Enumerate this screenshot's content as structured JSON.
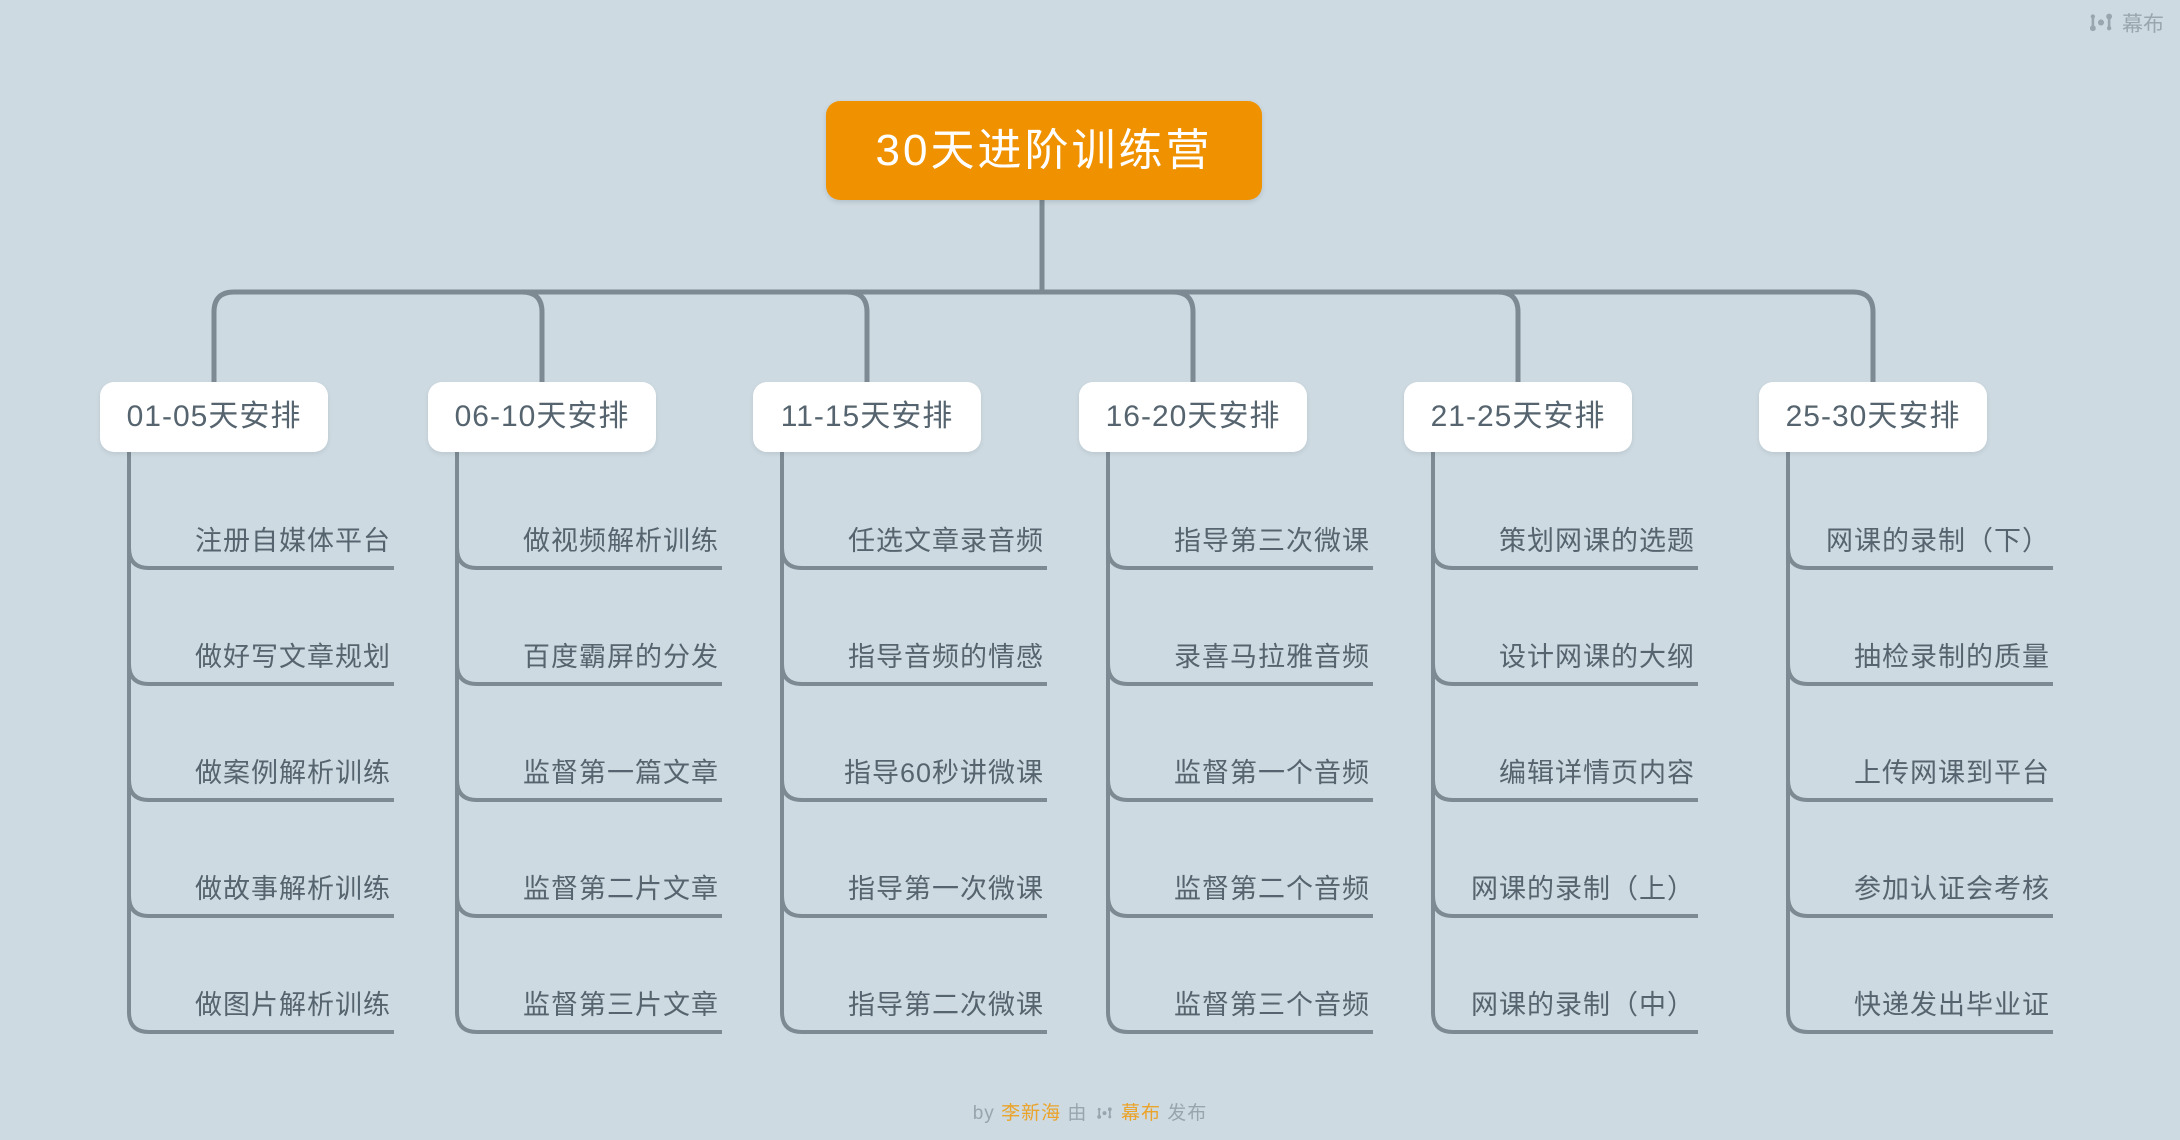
{
  "page": {
    "title": "30天进阶训练营"
  },
  "colors": {
    "background": "#CEDAE1",
    "line": "#7D8A93",
    "node_text": "#55646E",
    "root_bg": "#F09200",
    "root_text": "#FFFFFF",
    "card_bg": "#FFFFFF",
    "footer_text": "#98A5AE",
    "link_orange": "#EBA42B",
    "watermark_gray": "#9AA6AF"
  },
  "watermark": {
    "icon": "mubu-logo-icon",
    "label": "幕布"
  },
  "footer": {
    "by": "by",
    "author": "李新海",
    "via": "由",
    "brand_icon": "mubu-logo-icon",
    "brand": "幕布",
    "publish": "发布"
  },
  "root": {
    "label": "30天进阶训练营"
  },
  "branches": [
    {
      "label": "01-05天安排",
      "items": [
        "注册自媒体平台",
        "做好写文章规划",
        "做案例解析训练",
        "做故事解析训练",
        "做图片解析训练"
      ]
    },
    {
      "label": "06-10天安排",
      "items": [
        "做视频解析训练",
        "百度霸屏的分发",
        "监督第一篇文章",
        "监督第二片文章",
        "监督第三片文章"
      ]
    },
    {
      "label": "11-15天安排",
      "items": [
        "任选文章录音频",
        "指导音频的情感",
        "指导60秒讲微课",
        "指导第一次微课",
        "指导第二次微课"
      ]
    },
    {
      "label": "16-20天安排",
      "items": [
        "指导第三次微课",
        "录喜马拉雅音频",
        "监督第一个音频",
        "监督第二个音频",
        "监督第三个音频"
      ]
    },
    {
      "label": "21-25天安排",
      "items": [
        "策划网课的选题",
        "设计网课的大纲",
        "编辑详情页内容",
        "网课的录制（上）",
        "网课的录制（中）"
      ]
    },
    {
      "label": "25-30天安排",
      "items": [
        "网课的录制（下）",
        "抽检录制的质量",
        "上传网课到平台",
        "参加认证会考核",
        "快递发出毕业证"
      ]
    }
  ]
}
